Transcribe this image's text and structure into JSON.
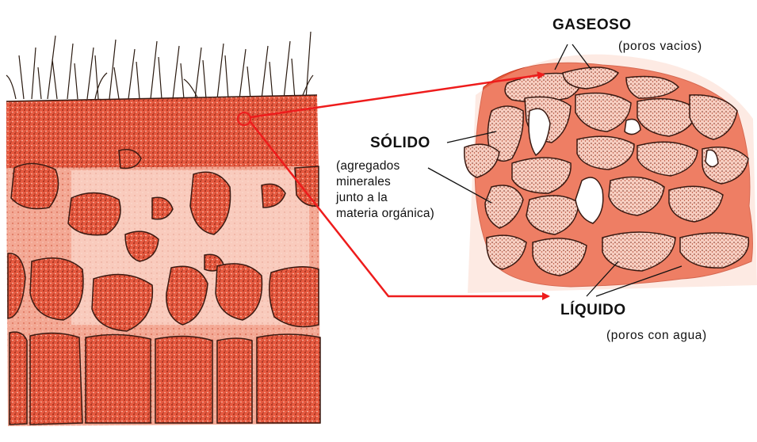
{
  "labels": {
    "gaseoso": {
      "title": "GASEOSO",
      "subtitle": "(poros vacios)"
    },
    "solido": {
      "title": "SÓLIDO",
      "lines": [
        "(agregados",
        "minerales",
        "junto a la",
        "materia orgánica)"
      ]
    },
    "liquido": {
      "title": "LÍQUIDO",
      "subtitle": "(poros con agua)"
    }
  },
  "colors": {
    "soil_red": "#e2452e",
    "soil_light": "#f6b9a7",
    "outline": "#3a1a12",
    "arrow": "#ee1c1c",
    "pore_white": "#ffffff"
  }
}
